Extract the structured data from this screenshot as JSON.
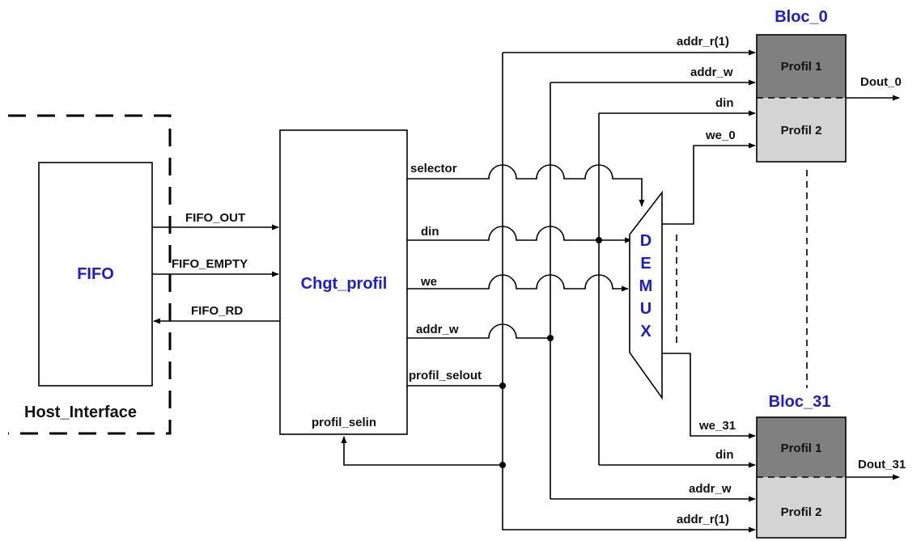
{
  "host_interface": {
    "label": "Host_Interface"
  },
  "fifo": {
    "label": "FIFO"
  },
  "chgt_profil": {
    "label": "Chgt_profil",
    "port_profil_selin": "profil_selin"
  },
  "demux": {
    "letters": [
      "D",
      "E",
      "M",
      "U",
      "X"
    ]
  },
  "signals": {
    "fifo_out": "FIFO_OUT",
    "fifo_empty": "FIFO_EMPTY",
    "fifo_rd": "FIFO_RD",
    "selector": "selector",
    "din": "din",
    "we": "we",
    "addr_w": "addr_w",
    "profil_selout": "profil_selout"
  },
  "bloc_0": {
    "title": "Bloc_0",
    "profil_1": "Profil 1",
    "profil_2": "Profil 2",
    "in_addr_r": "addr_r(1)",
    "in_addr_w": "addr_w",
    "in_din": "din",
    "in_we": "we_0",
    "out": "Dout_0"
  },
  "bloc_31": {
    "title": "Bloc_31",
    "profil_1": "Profil 1",
    "profil_2": "Profil 2",
    "in_we": "we_31",
    "in_din": "din",
    "in_addr_w": "addr_w",
    "in_addr_r": "addr_r(1)",
    "out": "Dout_31"
  },
  "colors": {
    "title_blue": "#1a1ae6",
    "profil_1_fill": "#808080",
    "profil_2_fill": "#d4d4d4"
  }
}
